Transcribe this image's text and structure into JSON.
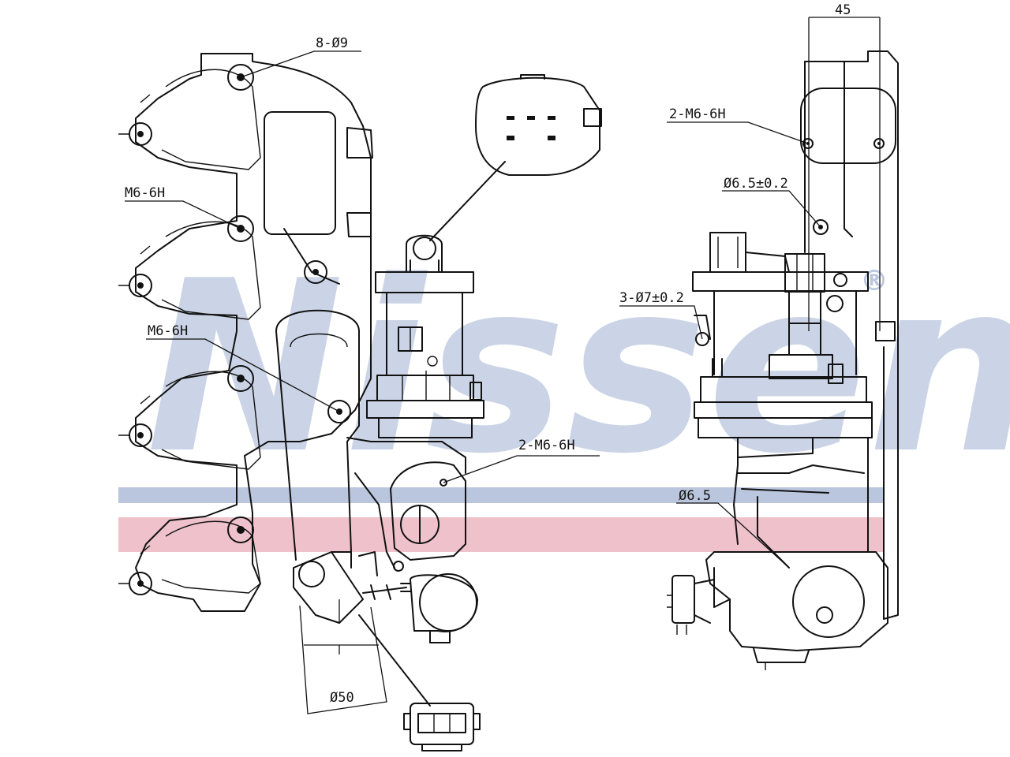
{
  "watermark": {
    "text": "Nissens",
    "mark": "®",
    "color_blue": "#b9c6dd",
    "color_red": "#efc2cb"
  },
  "labels": {
    "holes_8": "8-Ø9",
    "thread_left_top": "M6-6H",
    "thread_left_mid": "M6-6H",
    "thread_2_left": "2-M6-6H",
    "diam_50": "Ø50",
    "width_45": "45",
    "thread_2_right": "2-M6-6H",
    "diam_65_tol": "Ø6.5±0.2",
    "holes_3": "3-Ø7±0.2",
    "diam_65": "Ø6.5"
  },
  "icons": [
    "connector-4pin-icon",
    "connector-3pin-icon"
  ]
}
